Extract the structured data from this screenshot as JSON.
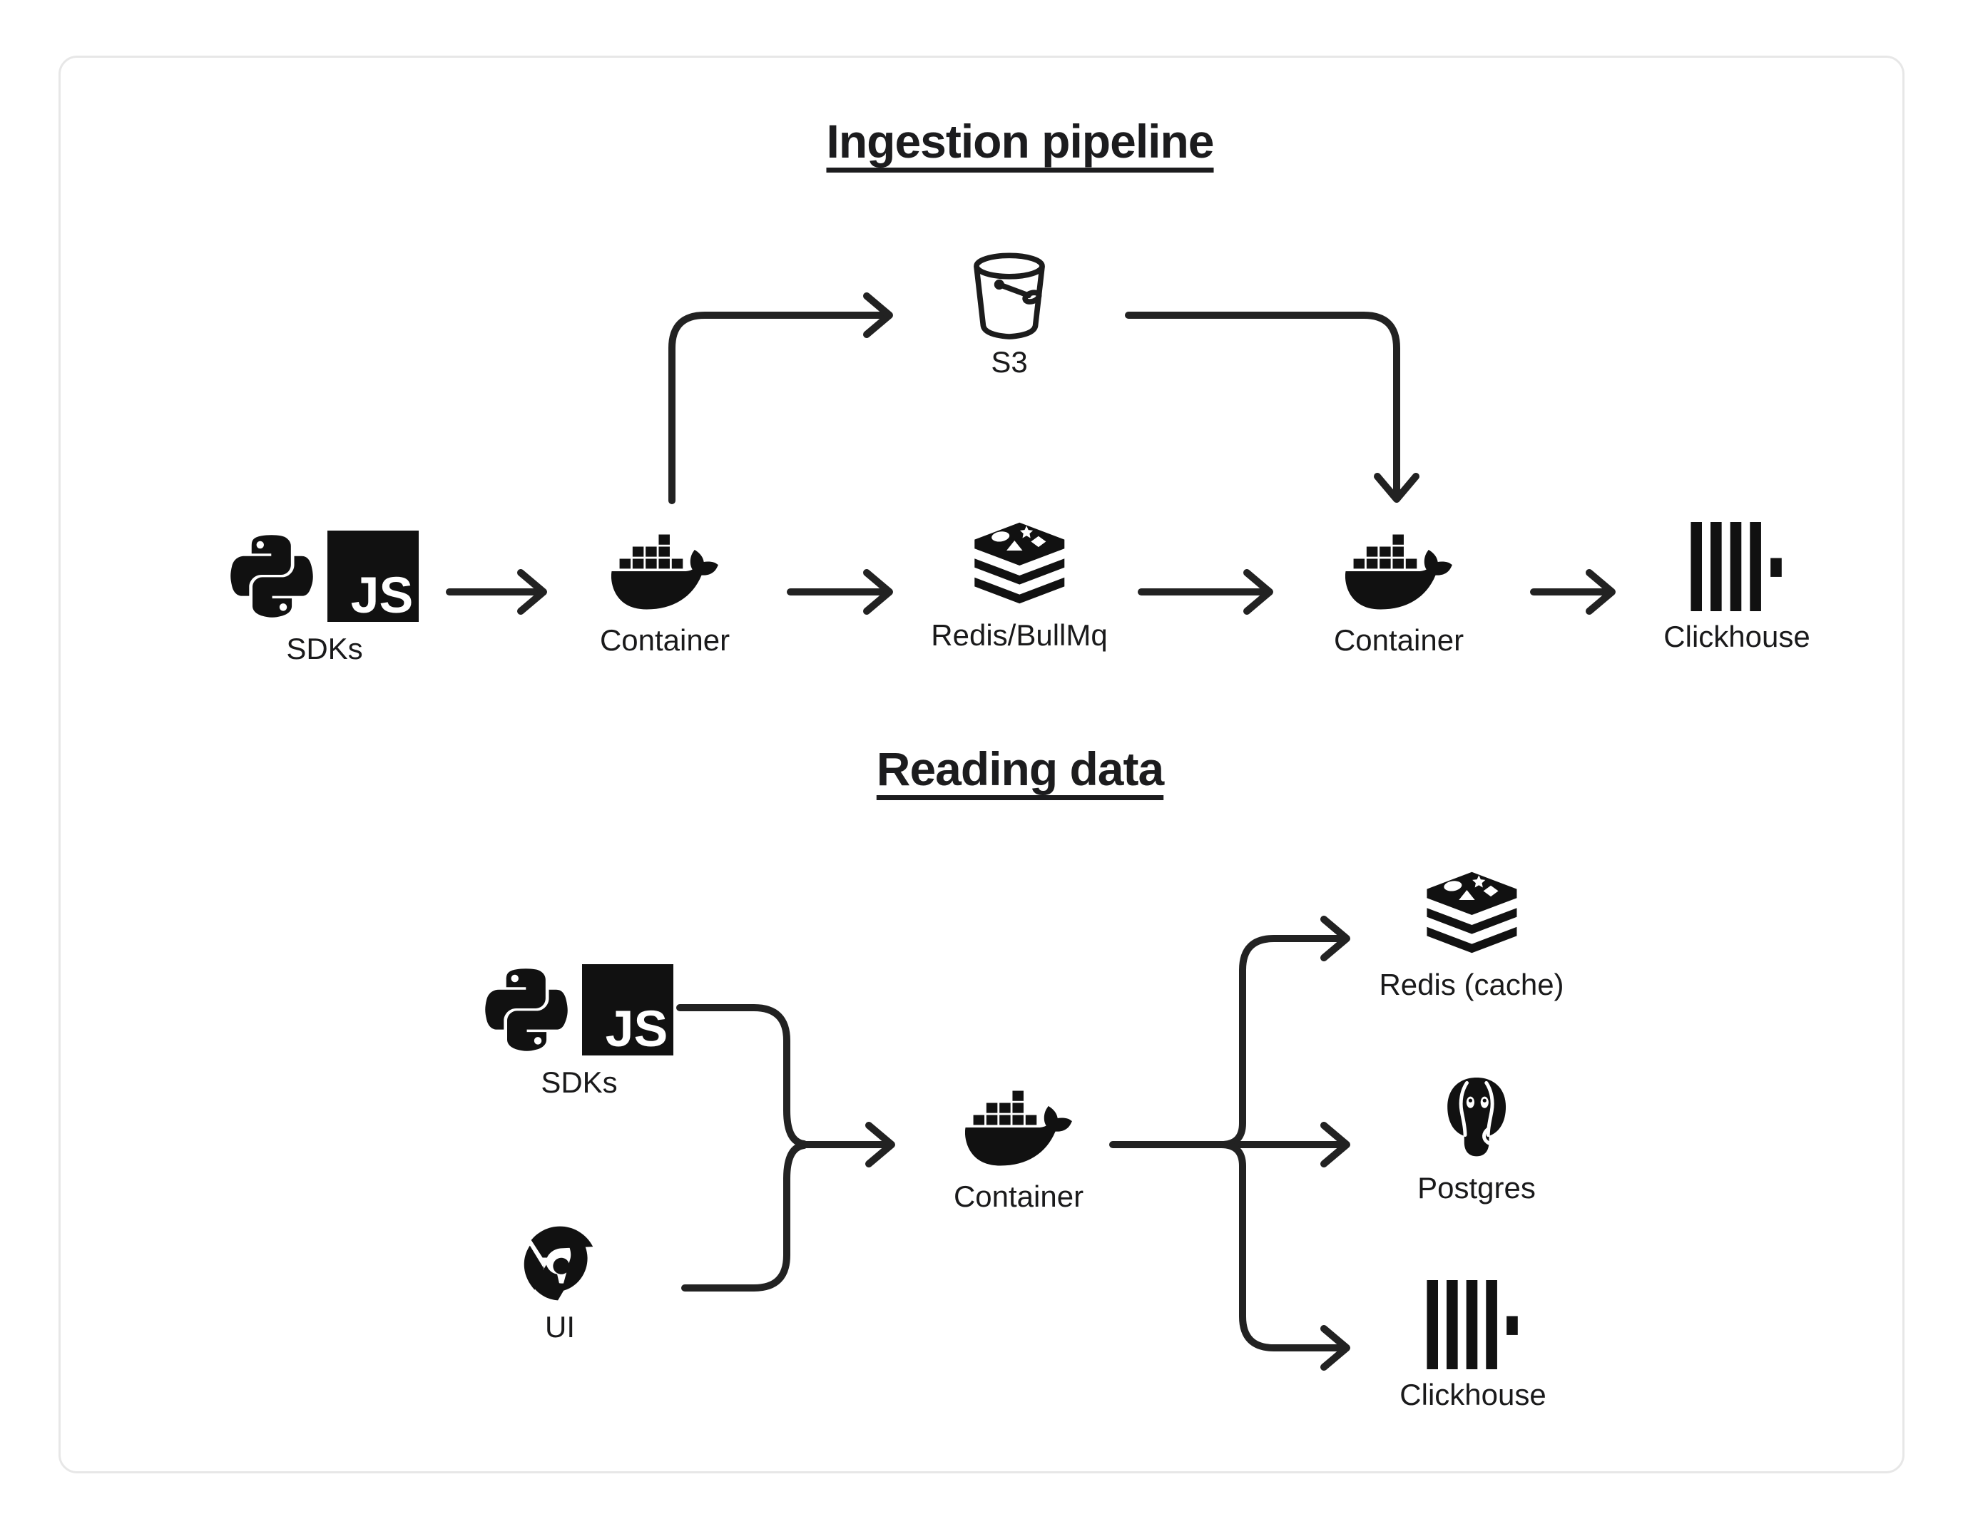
{
  "colors": {
    "ink": "#1c1c1e",
    "line": "#222222",
    "card_border": "#e7e7e7",
    "background": "#ffffff"
  },
  "sections": {
    "ingestion": {
      "title": "Ingestion pipeline"
    },
    "reading": {
      "title": "Reading data"
    }
  },
  "nodes": {
    "sdks1": {
      "label": "SDKs",
      "icons": [
        "python-icon",
        "javascript-icon"
      ]
    },
    "container1": {
      "label": "Container",
      "icons": [
        "docker-icon"
      ]
    },
    "redis_bullmq": {
      "label": "Redis/BullMq",
      "icons": [
        "redis-icon"
      ]
    },
    "container2": {
      "label": "Container",
      "icons": [
        "docker-icon"
      ]
    },
    "clickhouse1": {
      "label": "Clickhouse",
      "icons": [
        "clickhouse-icon"
      ]
    },
    "s3": {
      "label": "S3",
      "icons": [
        "s3-bucket-icon"
      ]
    },
    "sdks2": {
      "label": "SDKs",
      "icons": [
        "python-icon",
        "javascript-icon"
      ]
    },
    "ui": {
      "label": "UI",
      "icons": [
        "chrome-icon"
      ]
    },
    "container3": {
      "label": "Container",
      "icons": [
        "docker-icon"
      ]
    },
    "redis_cache": {
      "label": "Redis (cache)",
      "icons": [
        "redis-icon"
      ]
    },
    "postgres": {
      "label": "Postgres",
      "icons": [
        "postgresql-icon"
      ]
    },
    "clickhouse2": {
      "label": "Clickhouse",
      "icons": [
        "clickhouse-icon"
      ]
    }
  },
  "badges": {
    "js_text": "JS"
  },
  "edges": [
    {
      "from": "sdks1",
      "to": "container1"
    },
    {
      "from": "container1",
      "to": "s3"
    },
    {
      "from": "container1",
      "to": "redis_bullmq"
    },
    {
      "from": "redis_bullmq",
      "to": "container2"
    },
    {
      "from": "s3",
      "to": "container2"
    },
    {
      "from": "container2",
      "to": "clickhouse1"
    },
    {
      "from": "sdks2",
      "to": "container3"
    },
    {
      "from": "ui",
      "to": "container3"
    },
    {
      "from": "container3",
      "to": "redis_cache"
    },
    {
      "from": "container3",
      "to": "postgres"
    },
    {
      "from": "container3",
      "to": "clickhouse2"
    }
  ]
}
